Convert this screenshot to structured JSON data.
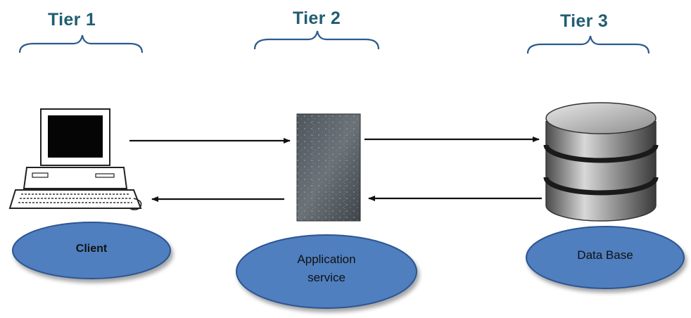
{
  "tiers": [
    {
      "title": "Tier 1",
      "node": "Client",
      "icon": "computer-icon"
    },
    {
      "title": "Tier 2",
      "node_lines": [
        "Application",
        "service"
      ],
      "icon": "server-icon"
    },
    {
      "title": "Tier 3",
      "node": "Data Base",
      "icon": "database-icon"
    }
  ],
  "colors": {
    "title": "#215d70",
    "ellipse_fill": "#4f7fbf",
    "ellipse_stroke": "#2e5591",
    "arrow": "#111111"
  }
}
